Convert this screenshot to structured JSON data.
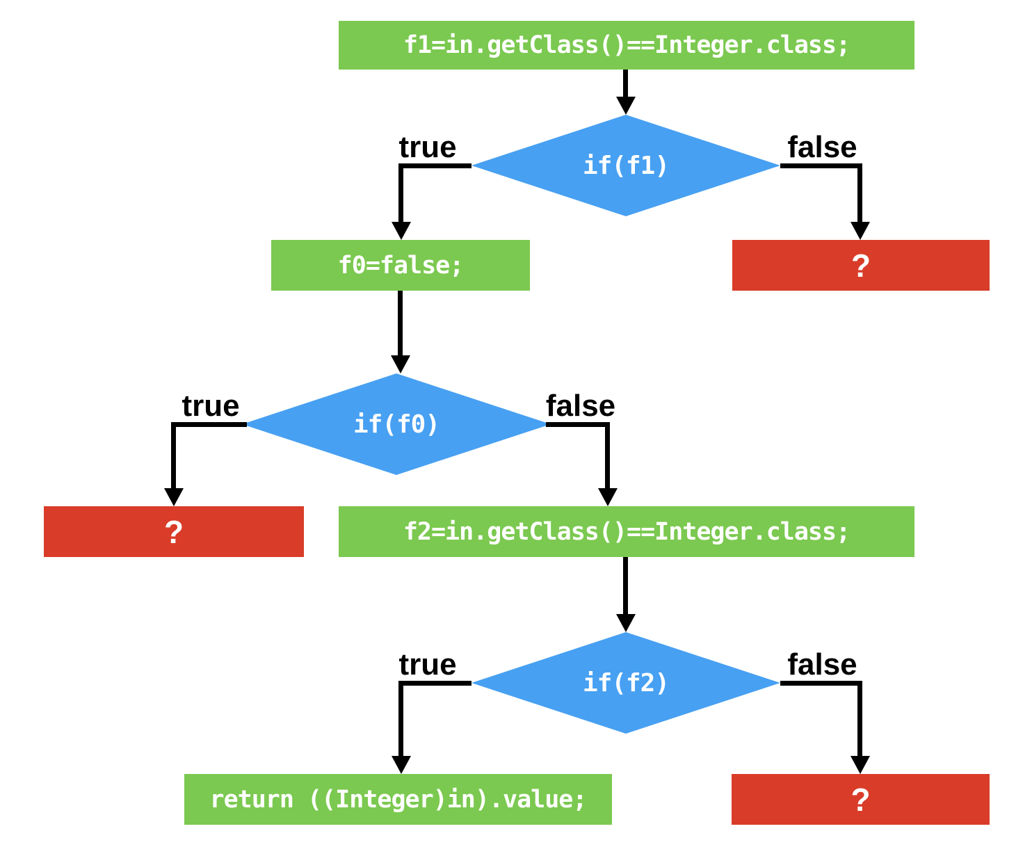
{
  "colors": {
    "green": "#7bc950",
    "blue": "#47a0f2",
    "red": "#d93c28",
    "line": "#000000",
    "node_text": "#ffffff",
    "label_text": "#000000",
    "background": "#ffffff"
  },
  "nodes": {
    "f1_assign": {
      "label": "f1=in.getClass()==Integer.class;"
    },
    "if_f1": {
      "label": "if(f1)"
    },
    "f0_assign": {
      "label": "f0=false;"
    },
    "q_if_f1_false": {
      "label": "?"
    },
    "if_f0": {
      "label": "if(f0)"
    },
    "q_if_f0_true": {
      "label": "?"
    },
    "f2_assign": {
      "label": "f2=in.getClass()==Integer.class;"
    },
    "if_f2": {
      "label": "if(f2)"
    },
    "return_value": {
      "label": "return ((Integer)in).value;"
    },
    "q_if_f2_false": {
      "label": "?"
    }
  },
  "branches": {
    "if_f1_true": {
      "label": "true"
    },
    "if_f1_false": {
      "label": "false"
    },
    "if_f0_true": {
      "label": "true"
    },
    "if_f0_false": {
      "label": "false"
    },
    "if_f2_true": {
      "label": "true"
    },
    "if_f2_false": {
      "label": "false"
    }
  }
}
